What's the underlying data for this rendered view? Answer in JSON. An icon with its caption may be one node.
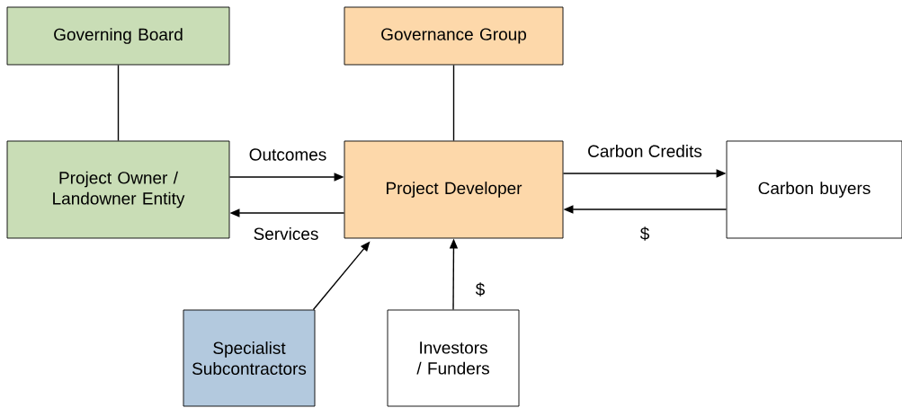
{
  "diagram": {
    "nodes": [
      {
        "text": [
          "Governing Board"
        ]
      },
      {
        "text": [
          "Governance Group"
        ]
      },
      {
        "text": [
          "Project Owner / Landowner Entity"
        ]
      },
      {
        "text": [
          "Project Developer"
        ]
      },
      {
        "text": [
          "Carbon buyers"
        ]
      },
      {
        "text": [
          "Specialist Subcontractors"
        ]
      },
      {
        "text": [
          "Investors / Funders"
        ]
      }
    ],
    "edges": [
      {
        "from": 0,
        "to": 2,
        "arrow": "none"
      },
      {
        "from": 1,
        "to": 3,
        "arrow": "none"
      },
      {
        "from": 2,
        "to": 3,
        "arrow": "to",
        "label": "Outcomes"
      },
      {
        "from": 3,
        "to": 2,
        "arrow": "to",
        "label": "Services"
      },
      {
        "from": 3,
        "to": 4,
        "arrow": "to",
        "label": "Carbon Credits"
      },
      {
        "from": 4,
        "to": 3,
        "arrow": "to",
        "label": "$"
      },
      {
        "from": 5,
        "to": 3,
        "arrow": "to"
      },
      {
        "from": 6,
        "to": 3,
        "arrow": "to",
        "label": "$"
      }
    ]
  }
}
